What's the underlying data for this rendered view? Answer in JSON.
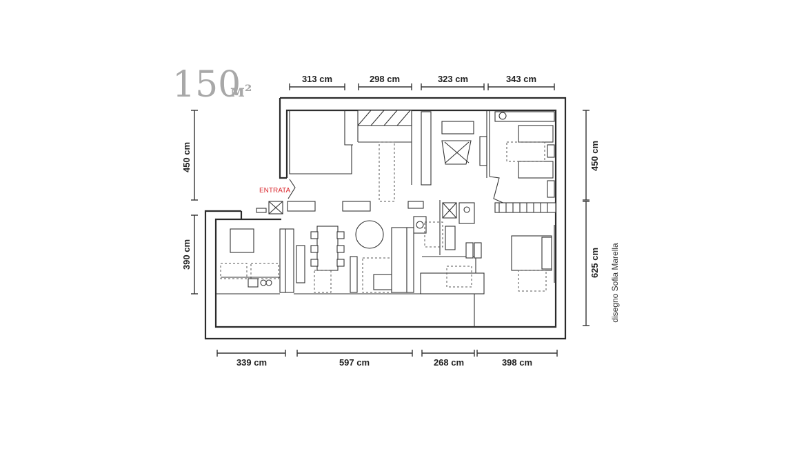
{
  "area": {
    "number": "150",
    "unit": "м²"
  },
  "entrance_label": "ENTRATA",
  "credit": "disegno Sofia Marella",
  "dimensions": {
    "top": [
      "313 cm",
      "298 cm",
      "323 cm",
      "343 cm"
    ],
    "bottom": [
      "339 cm",
      "597 cm",
      "268 cm",
      "398 cm"
    ],
    "left": [
      "450 cm",
      "390 cm"
    ],
    "right": [
      "450 cm",
      "625 cm"
    ]
  }
}
